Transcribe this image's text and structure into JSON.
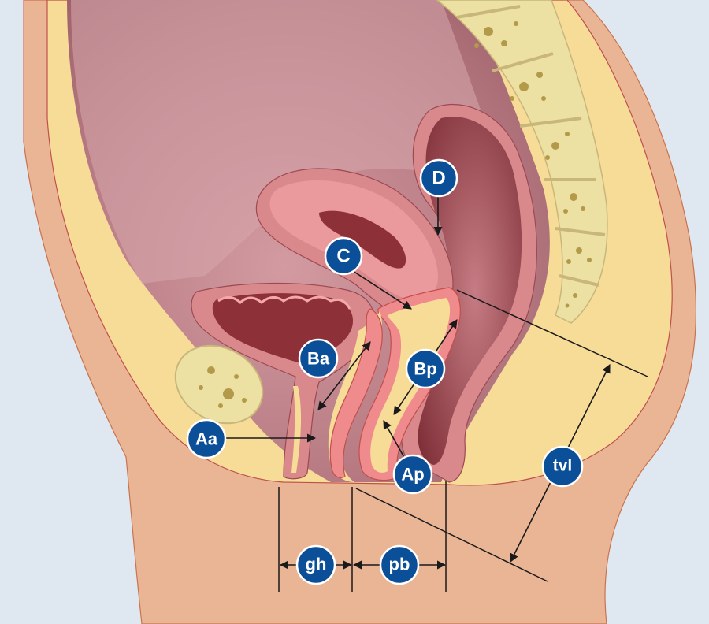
{
  "labels": {
    "D": "D",
    "C": "C",
    "Ba": "Ba",
    "Bp": "Bp",
    "Aa": "Aa",
    "Ap": "Ap",
    "gh": "gh",
    "pb": "pb",
    "tvl": "tvl"
  },
  "colors": {
    "background": "#dfe8f1",
    "skin": "#e9b594",
    "fat": "#f7dc98",
    "cavity": "#c98a92",
    "cavity_dark": "#a86a73",
    "organ_wall": "#d9888c",
    "organ_lumen": "#8e3038",
    "rectum_lumen": "#9a4a52",
    "mucosa": "#f08b8d",
    "spine": "#ece0a2",
    "spine_dots": "#b39a4a",
    "badge": "#0c4f99"
  }
}
